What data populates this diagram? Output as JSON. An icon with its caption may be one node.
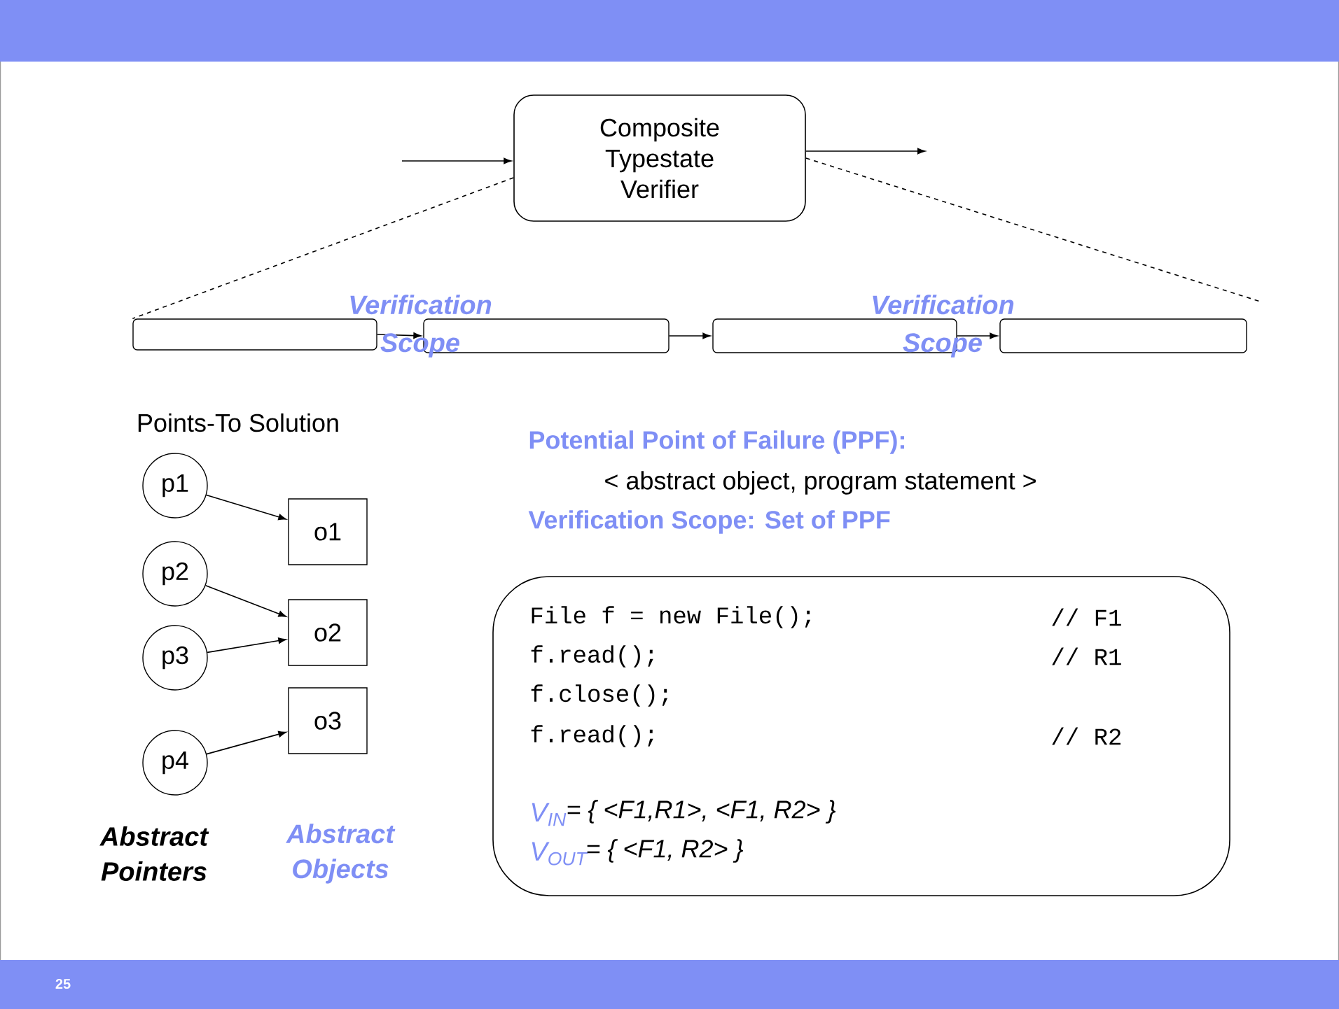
{
  "diagram": {
    "nodes": [
      {
        "text": [
          "Composite Typestate Verifier"
        ]
      },
      {
        "text": [],
        "shape": "box"
      },
      {
        "text": [],
        "shape": "box"
      },
      {
        "text": [],
        "shape": "box"
      },
      {
        "text": [],
        "shape": "box"
      },
      {
        "text": [
          "p1"
        ]
      },
      {
        "text": [
          "p2"
        ]
      },
      {
        "text": [
          "p3"
        ]
      },
      {
        "text": [
          "p4"
        ]
      },
      {
        "text": [
          "o1"
        ]
      },
      {
        "text": [
          "o2"
        ]
      },
      {
        "text": [
          "o3"
        ]
      },
      {
        "text": [
          "File f = new File();",
          "// F1",
          "f.read();",
          "// R1",
          "f.close();",
          "f.read();",
          "// R2",
          "V$_{IN}$",
          "= { <F1,R1>, <F1, R2> }",
          "V$_{OUT}$",
          "= { <F1, R2> }"
        ]
      }
    ],
    "edges": [
      {
        "from": null,
        "to": 0,
        "arrow": "to"
      },
      {
        "from": 0,
        "to": null,
        "arrow": "to"
      },
      {
        "from": 0,
        "to": 1,
        "arrow": "none",
        "style": "dashed"
      },
      {
        "from": 0,
        "to": 4,
        "arrow": "none",
        "style": "dashed"
      },
      {
        "from": 1,
        "to": 2,
        "arrow": "to"
      },
      {
        "from": 2,
        "to": 3,
        "arrow": "to"
      },
      {
        "from": 3,
        "to": 4,
        "arrow": "to"
      },
      {
        "from": 5,
        "to": 9,
        "arrow": "to"
      },
      {
        "from": 6,
        "to": 10,
        "arrow": "to"
      },
      {
        "from": 7,
        "to": 10,
        "arrow": "to"
      },
      {
        "from": 8,
        "to": 11,
        "arrow": "to"
      }
    ],
    "labels": [
      "Verification Scope",
      "Verification Scope",
      "Points-To Solution",
      "Potential Point of Failure (PPF):",
      "< abstract object, program statement >",
      "Verification Scope:  Set of PPF",
      "Abstract Pointers",
      "Abstract Objects",
      "25"
    ]
  }
}
